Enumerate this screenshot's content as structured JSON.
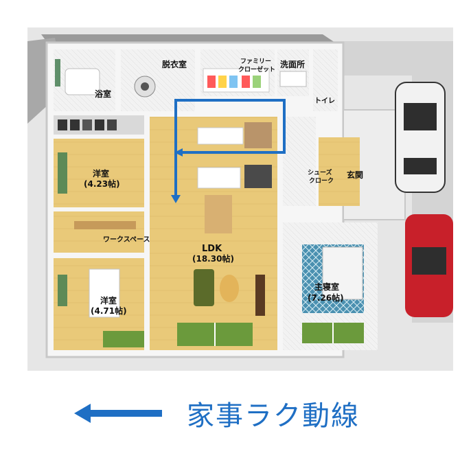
{
  "rooms": {
    "bath": "浴室",
    "dressing": "脱衣室",
    "family_closet_line1": "ファミリー",
    "family_closet_line2": "クローゼット",
    "washroom": "洗面所",
    "toilet": "トイレ",
    "western_room_1": "洋室",
    "western_room_1_size": "(4.23帖)",
    "shoes_closet_line1": "シューズ",
    "shoes_closet_line2": "クローク",
    "entrance": "玄関",
    "work_space": "ワークスペース",
    "ldk": "LDK",
    "ldk_size": "(18.30帖)",
    "western_room_2": "洋室",
    "western_room_2_size": "(4.71帖)",
    "master_bedroom": "主寝室",
    "master_bedroom_size": "(7.26帖)"
  },
  "legend": {
    "label": "家事ラク動線"
  },
  "colors": {
    "flow_line": "#1f6fc4",
    "floor_wood": "#e8c877",
    "wall": "#f4f4f4",
    "wall_shadow": "#cfcfcf",
    "lawn": "#6b9a3c",
    "car_white": "#f2f2f2",
    "car_red": "#c8202a"
  }
}
